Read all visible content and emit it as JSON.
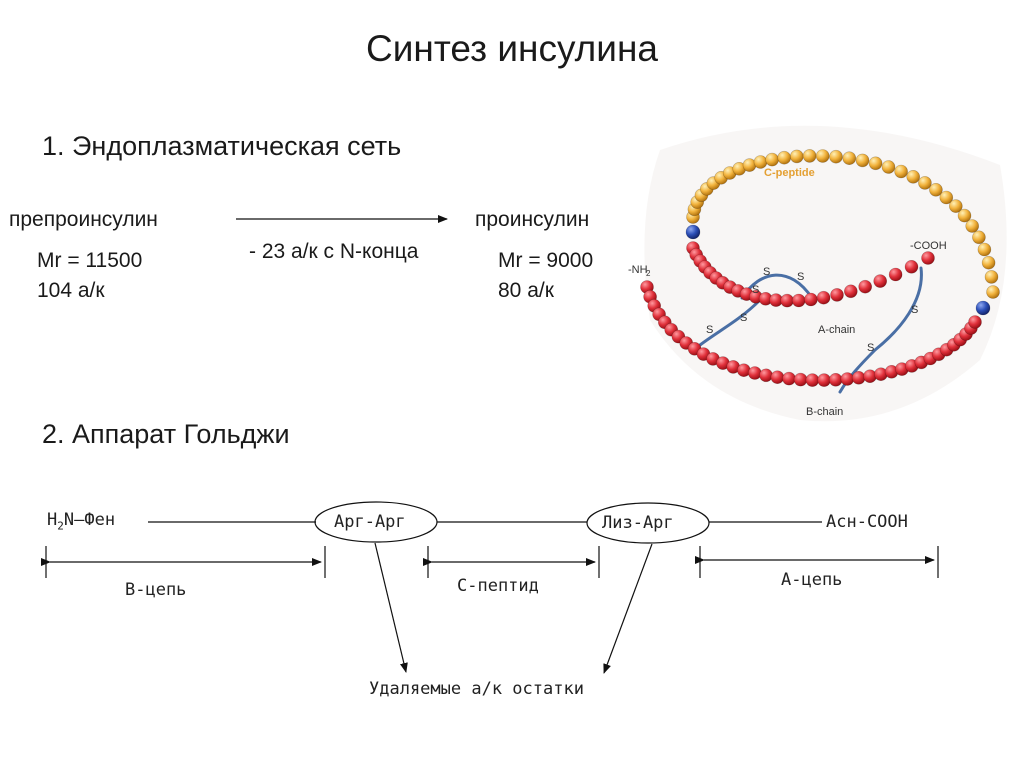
{
  "title": "Синтез инсулина",
  "section1": {
    "heading": "1. Эндоплазматическая сеть",
    "left": {
      "name": "препроинсулин",
      "mr": "Mr = 11500",
      "aa": "104 а/к"
    },
    "arrow_label": "- 23 а/к с N-конца",
    "right": {
      "name": "проинсулин",
      "mr": "Mr = 9000",
      "aa": "80 а/к"
    }
  },
  "molecule": {
    "c_peptide": "C-peptide",
    "cooh": "-COOH",
    "nh2": "-NH",
    "nh2_sub": "2",
    "a_chain": "A-chain",
    "b_chain": "B-chain",
    "s": "S",
    "colors": {
      "c_peptide": "#f2b33d",
      "chains": "#e0303a",
      "junction": "#2c4fb8",
      "bonds": "#4a6fa5"
    }
  },
  "section2": {
    "heading": "2. Аппарат Гольджи",
    "h2n": "H",
    "h2n_sub": "2",
    "h2n_rest": "N–Фен",
    "arg_arg": "Арг-Арг",
    "lys_arg": "Лиз-Арг",
    "asn": "Асн-COOH",
    "b_chain": "В-цепь",
    "c_peptide": "С-пептид",
    "a_chain": "А-цепь",
    "removed": "Удаляемые а/к остатки"
  }
}
